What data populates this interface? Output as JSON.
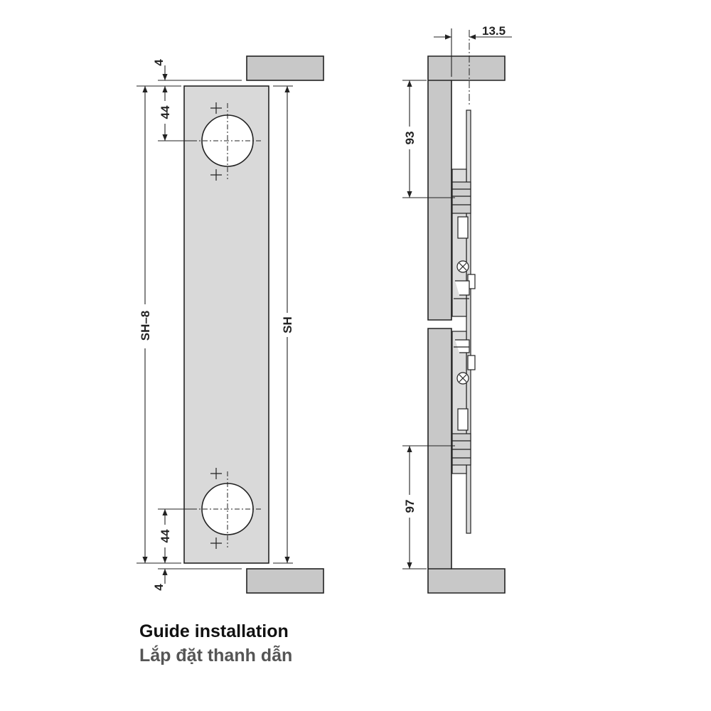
{
  "colors": {
    "panel_fill": "#c8c8c8",
    "plate_fill": "#d9d9d9",
    "line": "#222222",
    "caption_primary": "#111111",
    "caption_secondary": "#555555"
  },
  "dimensions": {
    "top_gap": "4",
    "top_hole_offset": "44",
    "inner_height": "SH–8",
    "overall_height": "SH",
    "bottom_hole_offset": "44",
    "bottom_gap": "4",
    "side_offset": "13.5",
    "top_bracket": "93",
    "bottom_bracket": "97"
  },
  "caption": {
    "title": "Guide installation",
    "subtitle": "Lắp đặt thanh dẫn"
  }
}
